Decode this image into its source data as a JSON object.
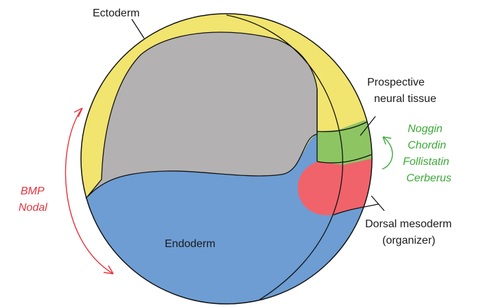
{
  "labels": {
    "ectoderm": "Ectoderm",
    "neural_line1": "Prospective",
    "neural_line2": "neural tissue",
    "endoderm": "Endoderm",
    "mesoderm_line1": "Dorsal mesoderm",
    "mesoderm_line2": "(organizer)"
  },
  "signals": {
    "ventral": {
      "items": [
        "BMP",
        "Nodal"
      ],
      "color": "#e8303a"
    },
    "dorsal": {
      "items": [
        "Noggin",
        "Chordin",
        "Follistatin",
        "Cerberus"
      ],
      "color": "#3aa935"
    }
  },
  "colors": {
    "ectoderm": "#f1e46f",
    "blastocoel": "#b3b1b2",
    "endoderm": "#6d9dd3",
    "neural_tissue": "#8dc563",
    "dorsal_mesoderm": "#f0636b",
    "outline": "#111111"
  }
}
